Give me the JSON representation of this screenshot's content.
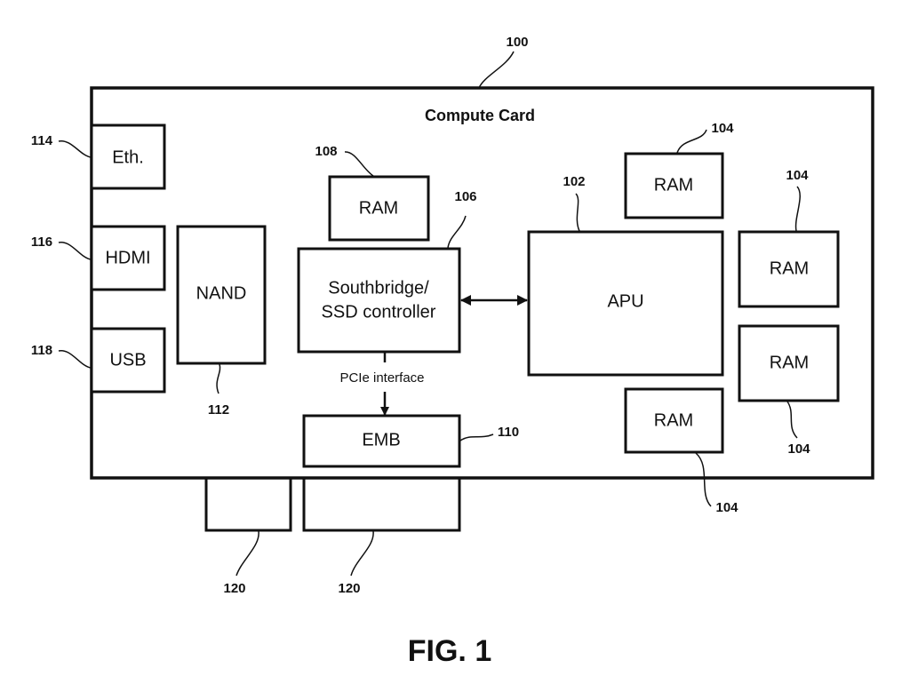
{
  "figure": {
    "caption": "FIG. 1",
    "card_title": "Compute Card",
    "card_ref": "100"
  },
  "blocks": {
    "eth": {
      "label": "Eth.",
      "ref": "114"
    },
    "hdmi": {
      "label": "HDMI",
      "ref": "116"
    },
    "usb": {
      "label": "USB",
      "ref": "118"
    },
    "nand": {
      "label": "NAND",
      "ref": "112"
    },
    "sb_ram": {
      "label": "RAM",
      "ref": "108"
    },
    "southbridge": {
      "line1": "Southbridge/",
      "line2": "SSD controller",
      "ref": "106"
    },
    "emb": {
      "label": "EMB",
      "ref": "110"
    },
    "apu": {
      "label": "APU",
      "ref": "102"
    },
    "ram_top": {
      "label": "RAM",
      "ref": "104"
    },
    "ram_right_upper": {
      "label": "RAM",
      "ref": "104"
    },
    "ram_right_lower": {
      "label": "RAM",
      "ref": "104"
    },
    "ram_bottom": {
      "label": "RAM",
      "ref": "104"
    },
    "connector_left": {
      "ref": "120"
    },
    "connector_right": {
      "ref": "120"
    }
  },
  "links": {
    "pcie_label": "PCIe interface"
  }
}
